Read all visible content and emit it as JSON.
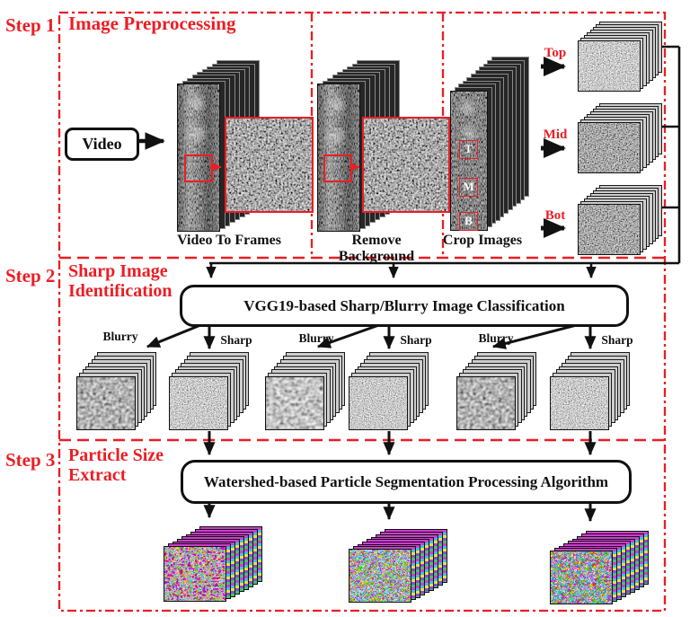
{
  "figure": {
    "steps": [
      {
        "label": "Step 1",
        "title": "Image Preprocessing"
      },
      {
        "label": "Step 2",
        "title_lines": [
          "Sharp Image",
          "Identification"
        ]
      },
      {
        "label": "Step 3",
        "title_lines": [
          "Particle Size",
          "Extract"
        ]
      }
    ],
    "preprocessing": {
      "video_label": "Video",
      "captions": [
        "Video To Frames",
        "Remove Background",
        "Crop Images"
      ],
      "crop_markers": [
        "T",
        "M",
        "B"
      ],
      "crop_outputs": [
        "Top",
        "Mid",
        "Bot"
      ]
    },
    "classification": {
      "box_label": "VGG19-based Sharp/Blurry Image Classification",
      "branch_labels": [
        "Blurry",
        "Sharp",
        "Blurry",
        "Sharp",
        "Blurry",
        "Sharp"
      ]
    },
    "segmentation": {
      "box_label": "Watershed-based Particle Segmentation Processing Algorithm"
    },
    "colors": {
      "accent_red": "#ec1d24",
      "line_black": "#111111"
    }
  }
}
